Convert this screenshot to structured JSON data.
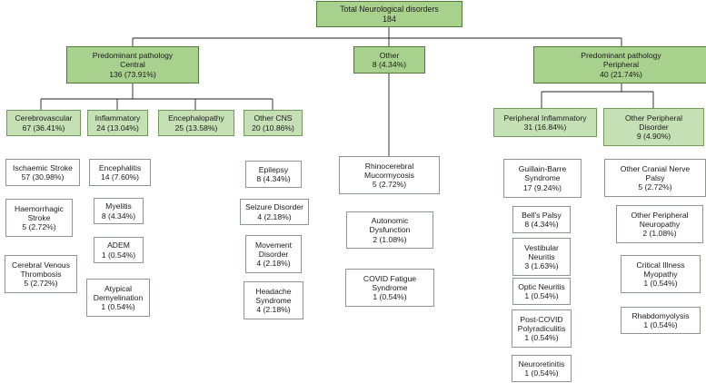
{
  "root": {
    "l1": "Total Neurological disorders",
    "l2": "184"
  },
  "central": {
    "l1": "Predominant pathology",
    "l2": "Central",
    "l3": "136 (73.91%)"
  },
  "other": {
    "l1": "Other",
    "l2": "8 (4.34%)"
  },
  "peripheral": {
    "l1": "Predominant pathology",
    "l2": "Peripheral",
    "l3": "40 (21.74%)"
  },
  "cerebrovascular": {
    "header": {
      "l1": "Cerebrovascular",
      "l2": "67 (36.41%)"
    },
    "items": [
      {
        "l1": "Ischaemic Stroke",
        "l2": "57 (30.98%)"
      },
      {
        "l1": "Haemorrhagic",
        "l2": "Stroke",
        "l3": "5 (2.72%)"
      },
      {
        "l1": "Cerebral Venous",
        "l2": "Thrombosis",
        "l3": "5 (2.72%)"
      }
    ]
  },
  "inflammatory": {
    "header": {
      "l1": "Inflammatory",
      "l2": "24 (13.04%)"
    },
    "items": [
      {
        "l1": "Encephalitis",
        "l2": "14 (7.60%)"
      },
      {
        "l1": "Myelitis",
        "l2": "8 (4.34%)"
      },
      {
        "l1": "ADEM",
        "l2": "1 (0.54%)"
      },
      {
        "l1": "Atypical",
        "l2": "Demyelination",
        "l3": "1 (0.54%)"
      }
    ]
  },
  "encephalopathy": {
    "header": {
      "l1": "Encephalopathy",
      "l2": "25 (13.58%)"
    }
  },
  "other_cns": {
    "header": {
      "l1": "Other CNS",
      "l2": "20 (10.86%)"
    },
    "items": [
      {
        "l1": "Epilepsy",
        "l2": "8 (4.34%)"
      },
      {
        "l1": "Seizure Disorder",
        "l2": "4 (2.18%)"
      },
      {
        "l1": "Movement",
        "l2": "Disorder",
        "l3": "4 (2.18%)"
      },
      {
        "l1": "Headache",
        "l2": "Syndrome",
        "l3": "4 (2.18%)"
      }
    ]
  },
  "other_items": [
    {
      "l1": "Rhinocerebral",
      "l2": "Mucormycosis",
      "l3": "5 (2.72%)"
    },
    {
      "l1": "Autonomic",
      "l2": "Dysfunction",
      "l3": "2 (1.08%)"
    },
    {
      "l1": "COVID Fatigue",
      "l2": "Syndrome",
      "l3": "1 (0.54%)"
    }
  ],
  "peripheral_inflammatory": {
    "header": {
      "l1": "Peripheral Inflammatory",
      "l2": "31 (16.84%)"
    },
    "items": [
      {
        "l1": "Guillain-Barre",
        "l2": "Syndrome",
        "l3": "17 (9.24%)"
      },
      {
        "l1": "Bell's Palsy",
        "l2": "8 (4.34%)"
      },
      {
        "l1": "Vestibular",
        "l2": "Neuritis",
        "l3": "3 (1.63%)"
      },
      {
        "l1": "Optic Neuritis",
        "l2": "1 (0.54%)"
      },
      {
        "l1": "Post-COVID",
        "l2": "Polyradiculitis",
        "l3": "1 (0.54%)"
      },
      {
        "l1": "Neuroretinitis",
        "l2": "1 (0.54%)"
      }
    ]
  },
  "other_peripheral": {
    "header": {
      "l1": "Other Peripheral",
      "l2": "Disorder",
      "l3": "9 (4.90%)"
    },
    "items": [
      {
        "l1": "Other Cranial Nerve",
        "l2": "Palsy",
        "l3": "5 (2.72%)"
      },
      {
        "l1": "Other Peripheral",
        "l2": "Neuropathy",
        "l3": "2 (1.08%)"
      },
      {
        "l1": "Critical Illness",
        "l2": "Myopathy",
        "l3": "1 (0.54%)"
      },
      {
        "l1": "Rhabdomyolysis",
        "l2": "1 (0.54%)"
      }
    ]
  }
}
